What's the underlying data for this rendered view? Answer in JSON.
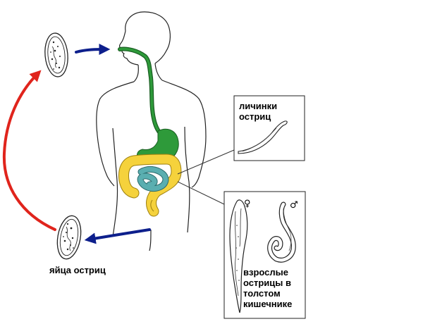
{
  "labels": {
    "larvae_line1": "личинки",
    "larvae_line2": "остриц",
    "eggs": "яйца остриц",
    "adults_line1": "взрослые",
    "adults_line2": "острицы в",
    "adults_line3": "толстом",
    "adults_line4": "кишечнике",
    "female_symbol": "♀",
    "male_symbol": "♂"
  },
  "colors": {
    "digestive_tract": "#2e9a3a",
    "large_intestine": "#f5d23c",
    "small_intestine": "#5aaeb0",
    "return_arrow": "#e0241c",
    "transmission_arrow": "#0d1f8c"
  }
}
